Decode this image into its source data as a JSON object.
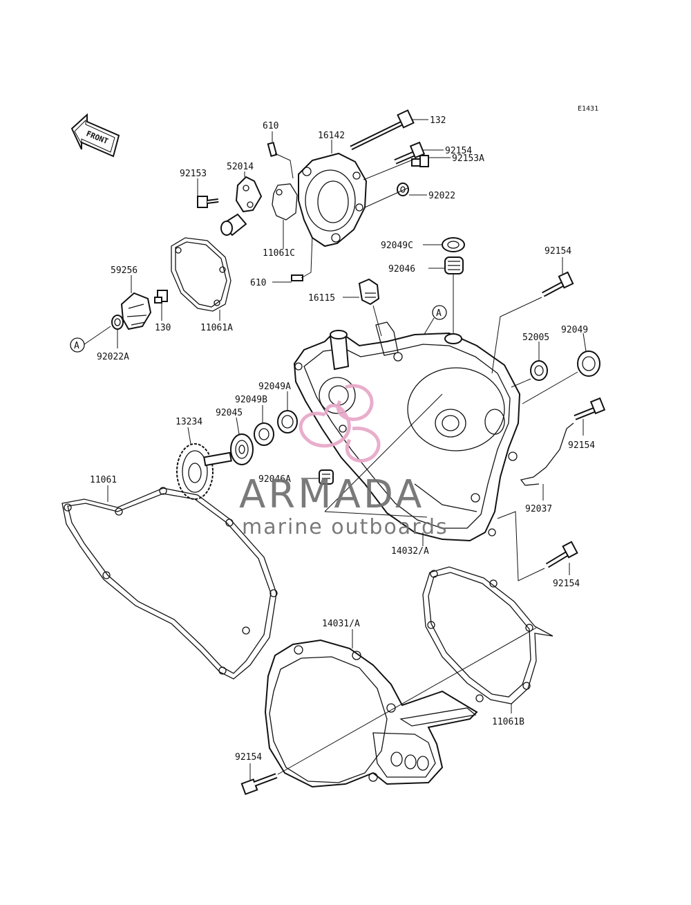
{
  "diagram": {
    "code": "E1431",
    "front_label": "FRONT",
    "ref_marker": "A",
    "parts": {
      "p132": "132",
      "p610_top": "610",
      "p16142": "16142",
      "p92154_top": "92154",
      "p92153": "92153",
      "p52014": "52014",
      "p92153A": "92153A",
      "p92022": "92022",
      "p11061C": "11061C",
      "p610_bot": "610",
      "p92049C": "92049C",
      "p92046": "92046",
      "p59256": "59256",
      "p130": "130",
      "p11061A": "11061A",
      "p92022A": "92022A",
      "p16115": "16115",
      "p92154_r1": "92154",
      "p52005": "52005",
      "p92049": "92049",
      "p92049A": "92049A",
      "p92049B": "92049B",
      "p92045": "92045",
      "p13234": "13234",
      "p92154_r2": "92154",
      "p11061": "11061",
      "p92046A": "92046A",
      "p92037": "92037",
      "p14032A": "14032/A",
      "p92154_r3": "92154",
      "p14031A": "14031/A",
      "p11061B": "11061B",
      "p92154_bot": "92154"
    }
  },
  "watermark": {
    "brand": "ARMADA",
    "tagline": "marine outboards",
    "accent_color": "#e8a8c8",
    "text_color": "#6f6f6f"
  }
}
